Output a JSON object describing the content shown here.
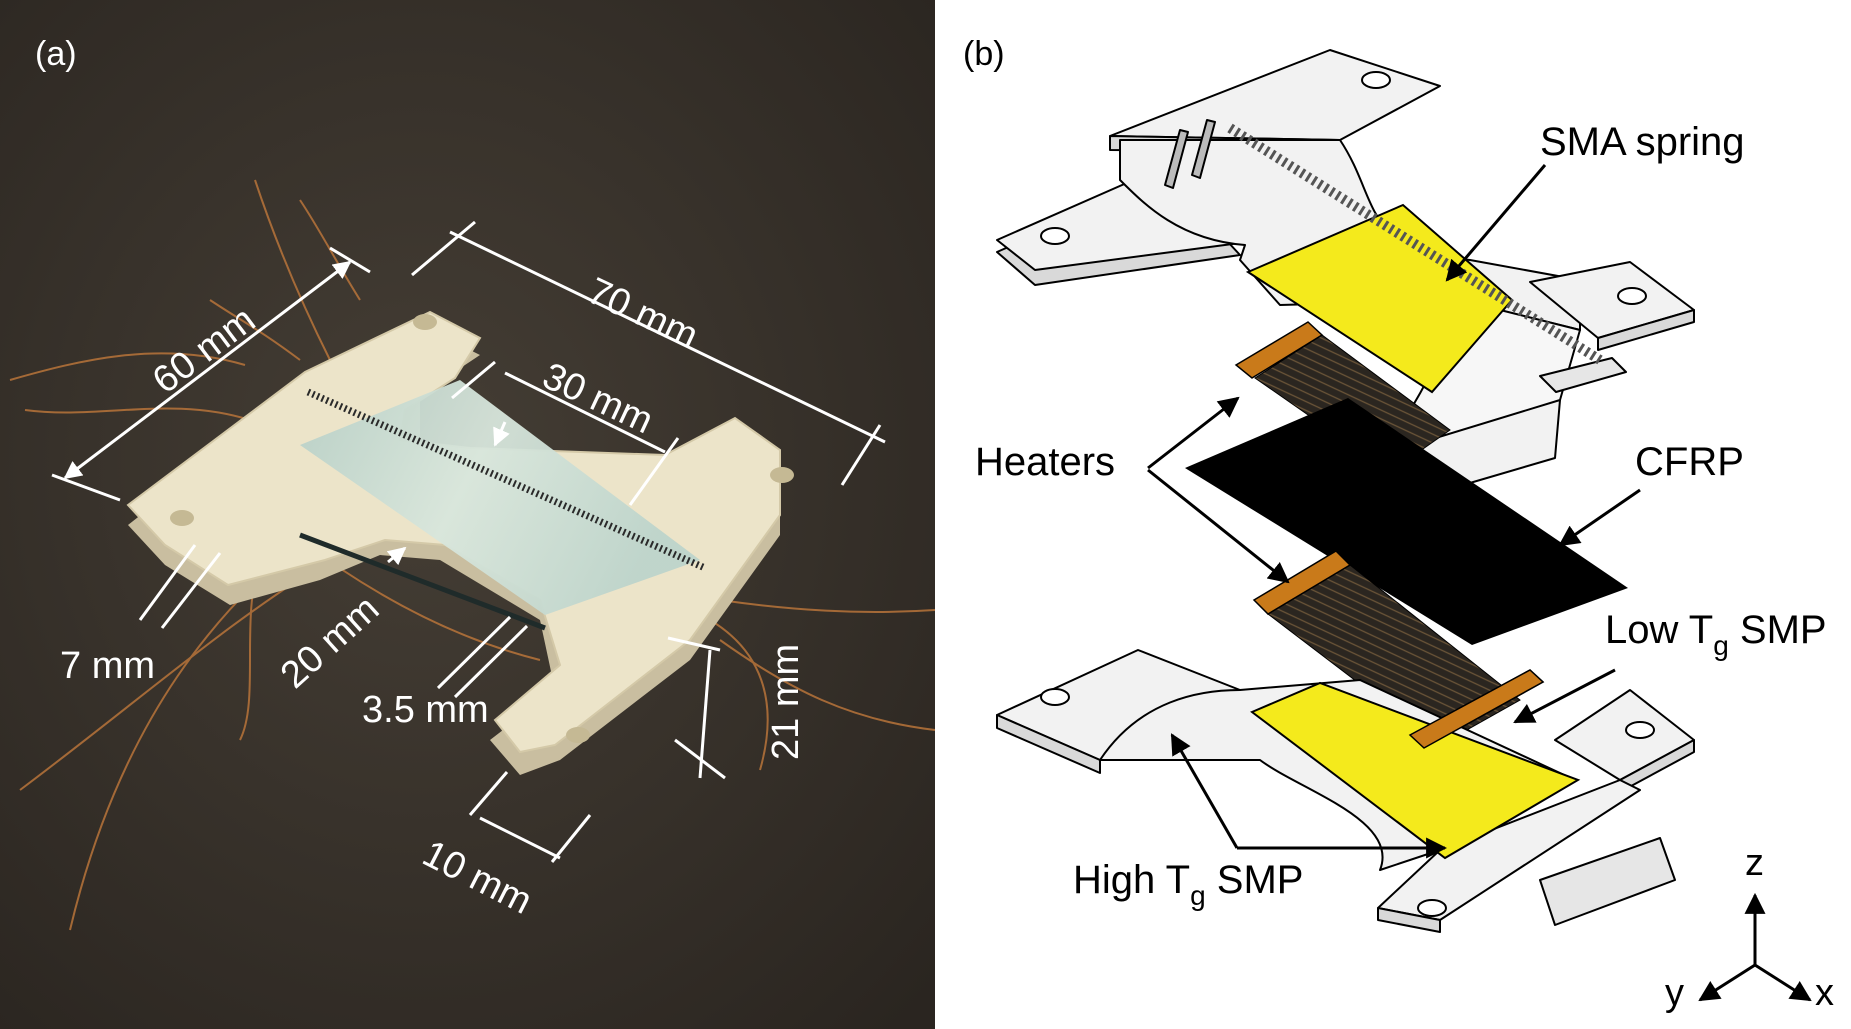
{
  "panel_a": {
    "tag": "(a)",
    "dims": {
      "d60": "60 mm",
      "d70": "70 mm",
      "d30": "30 mm",
      "d7": "7 mm",
      "d20": "20 mm",
      "d35": "3.5 mm",
      "d21": "21 mm",
      "d10": "10 mm"
    }
  },
  "panel_b": {
    "tag": "(b)",
    "labels": {
      "sma": "SMA spring",
      "heaters": "Heaters",
      "cfrp": "CFRP",
      "low_pre": "Low T",
      "low_sub": "g",
      "low_post": " SMP",
      "high_pre": "High T",
      "high_sub": "g",
      "high_post": " SMP"
    },
    "axes": {
      "z": "z",
      "y": "y",
      "x": "x"
    }
  },
  "colors": {
    "photo_bg": "#3b352e",
    "printed_part": "#ece4c9",
    "film": "#c5dcd6",
    "smp_yellow": "#f4ea1c",
    "heater_orange": "#c97a1a",
    "cfrp": "#000000",
    "frame": "#f2f2f2"
  }
}
